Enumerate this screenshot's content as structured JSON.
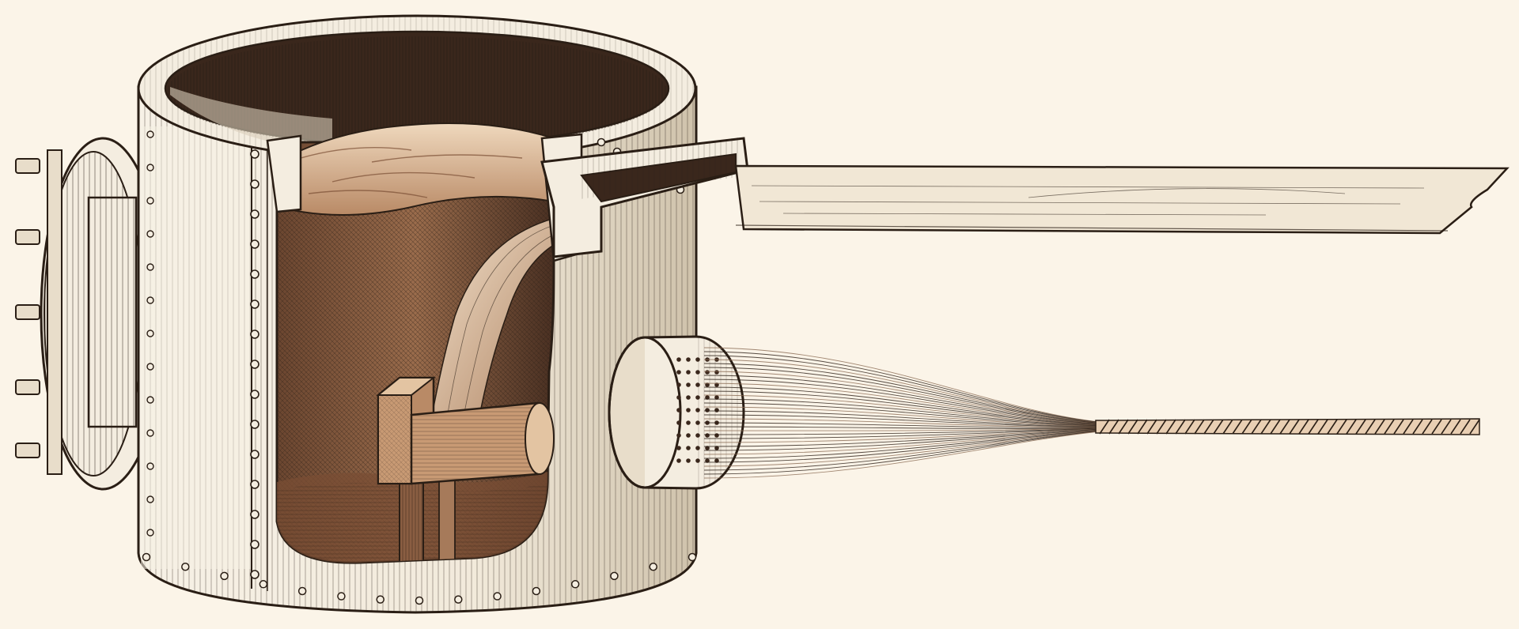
{
  "figure": {
    "subject": "spinning-tank-cutaway",
    "labels": []
  },
  "palette": {
    "paper": "#fbf4e8",
    "ink": "#2a1e15",
    "metal": "#f4ede0",
    "metal_shade": "#d8cdb9",
    "interior_dark": "#4a3022",
    "fluid": "#b98a66",
    "fluid_light": "#e9cfb3",
    "fluid_deep": "#7a4e34",
    "ribbon": "#f1e7d5",
    "fiber": "#8a6a52"
  },
  "icons": {
    "rivet": "rivet-dot",
    "flange_bolt": "hex-bolt"
  }
}
